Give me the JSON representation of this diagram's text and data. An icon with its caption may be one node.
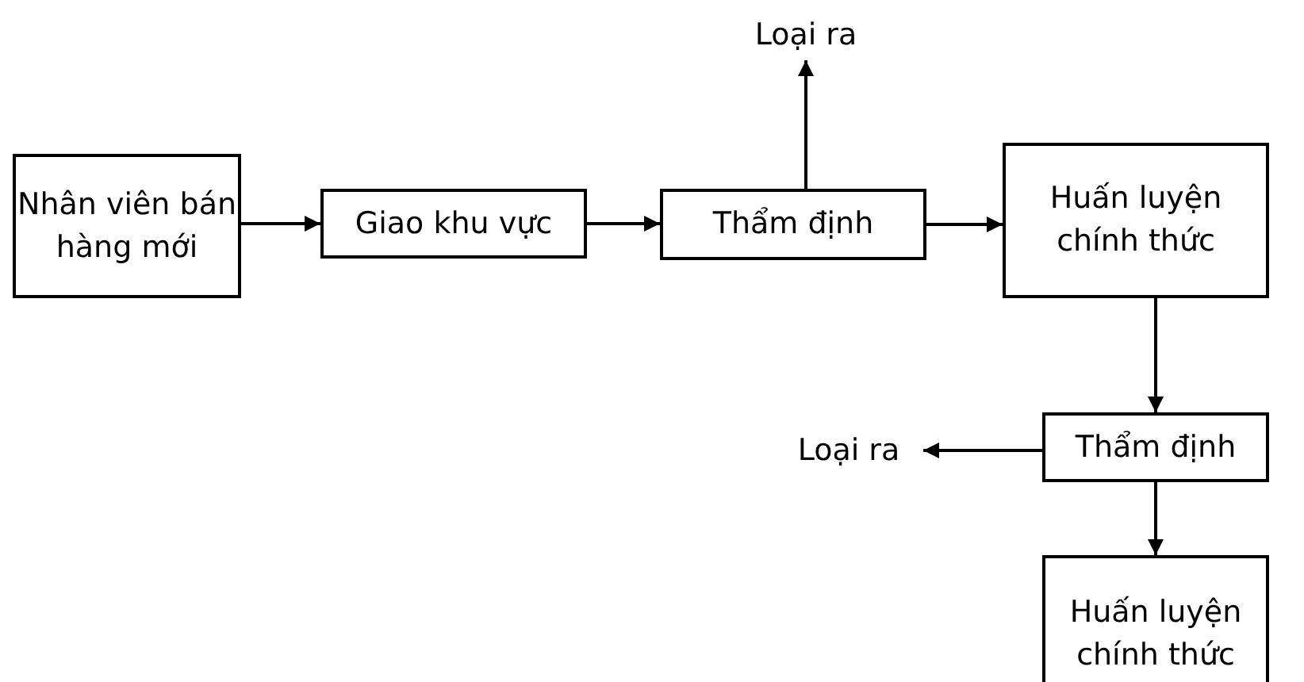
{
  "diagram": {
    "nodes": [
      {
        "text": [
          "Nhân viên bán hàng mới"
        ]
      },
      {
        "text": [
          "Giao khu vực"
        ]
      },
      {
        "text": [
          "Thẩm định"
        ]
      },
      {
        "text": [
          "Huấn luyện chính thức"
        ]
      },
      {
        "text": [
          "Loại ra"
        ]
      },
      {
        "text": [
          "Thẩm định"
        ]
      },
      {
        "text": [
          "Loại ra"
        ]
      },
      {
        "text": [
          "Huấn luyện chính thức"
        ]
      }
    ],
    "edges": [
      {
        "from": 0,
        "to": 1,
        "arrow": "to"
      },
      {
        "from": 1,
        "to": 2,
        "arrow": "to"
      },
      {
        "from": 2,
        "to": 3,
        "arrow": "to"
      },
      {
        "from": 2,
        "to": 4,
        "arrow": "to"
      },
      {
        "from": 3,
        "to": 5,
        "arrow": "to"
      },
      {
        "from": 5,
        "to": 6,
        "arrow": "to"
      },
      {
        "from": 5,
        "to": 7,
        "arrow": "to"
      }
    ]
  }
}
